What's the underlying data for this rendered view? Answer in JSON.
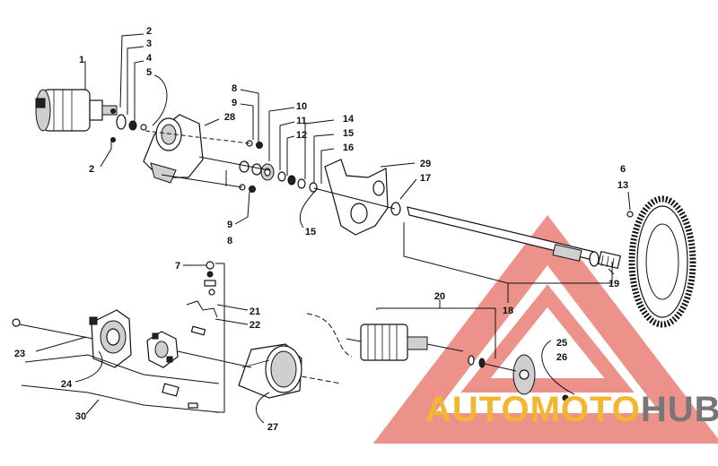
{
  "diagram": {
    "callouts": [
      {
        "id": "c1",
        "text": "1"
      },
      {
        "id": "c2a",
        "text": "2"
      },
      {
        "id": "c3",
        "text": "3"
      },
      {
        "id": "c4",
        "text": "4"
      },
      {
        "id": "c5",
        "text": "5"
      },
      {
        "id": "c2b",
        "text": "2"
      },
      {
        "id": "c28",
        "text": "28"
      },
      {
        "id": "c8a",
        "text": "8"
      },
      {
        "id": "c9a",
        "text": "9"
      },
      {
        "id": "c10",
        "text": "10"
      },
      {
        "id": "c11",
        "text": "11"
      },
      {
        "id": "c12",
        "text": "12"
      },
      {
        "id": "c14",
        "text": "14"
      },
      {
        "id": "c15a",
        "text": "15"
      },
      {
        "id": "c16",
        "text": "16"
      },
      {
        "id": "c29",
        "text": "29"
      },
      {
        "id": "c17",
        "text": "17"
      },
      {
        "id": "c6",
        "text": "6"
      },
      {
        "id": "c13",
        "text": "13"
      },
      {
        "id": "c9b",
        "text": "9"
      },
      {
        "id": "c8b",
        "text": "8"
      },
      {
        "id": "c15b",
        "text": "15"
      },
      {
        "id": "c7",
        "text": "7"
      },
      {
        "id": "c21",
        "text": "21"
      },
      {
        "id": "c22",
        "text": "22"
      },
      {
        "id": "c20",
        "text": "20"
      },
      {
        "id": "c18",
        "text": "18"
      },
      {
        "id": "c19",
        "text": "19"
      },
      {
        "id": "c23",
        "text": "23"
      },
      {
        "id": "c24",
        "text": "24"
      },
      {
        "id": "c25",
        "text": "25"
      },
      {
        "id": "c26",
        "text": "26"
      },
      {
        "id": "c30",
        "text": "30"
      },
      {
        "id": "c27",
        "text": "27"
      }
    ]
  },
  "watermark": {
    "part_auto": "AUTO",
    "part_moto": "MOTO",
    "part_hub": "HUB",
    "color_auto": "#f2b630",
    "color_moto": "#f2b630",
    "color_hub": "#777777",
    "triangle_color": "#e03a2e"
  }
}
